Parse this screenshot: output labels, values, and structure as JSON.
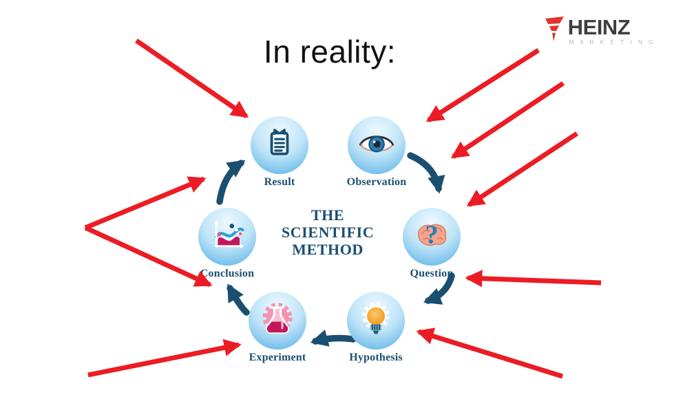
{
  "title": "In reality:",
  "logo": {
    "name": "HEINZ",
    "sub": "M A R K E T I N G"
  },
  "diagram": {
    "center_title_lines": [
      "THE",
      "SCIENTIFIC",
      "METHOD"
    ],
    "nodes": [
      {
        "id": "result",
        "label": "Result",
        "icon": "clipboard-icon"
      },
      {
        "id": "observation",
        "label": "Observation",
        "icon": "eye-icon"
      },
      {
        "id": "question",
        "label": "Question",
        "icon": "brain-question-icon",
        "glyph": "?"
      },
      {
        "id": "conclusion",
        "label": "Conclusion",
        "icon": "chart-icon"
      },
      {
        "id": "hypothesis",
        "label": "Hypothesis",
        "icon": "lightbulb-icon"
      },
      {
        "id": "experiment",
        "label": "Experiment",
        "icon": "flask-icon"
      }
    ]
  },
  "annotations": {
    "red_arrow_count": 9
  },
  "colors": {
    "red_arrow": "#ec1c24",
    "navy": "#1b4f72",
    "circle_light": "#eef9ff",
    "circle_mid": "#bfe4f7",
    "circle_deep": "#4fade6",
    "magenta": "#c2185b",
    "pink": "#f492b0",
    "salmon": "#f2a58f",
    "orange": "#f5a623",
    "logo_red": "#e0352b",
    "logo_dark": "#3f3f41",
    "logo_gray": "#b5b5b6"
  }
}
